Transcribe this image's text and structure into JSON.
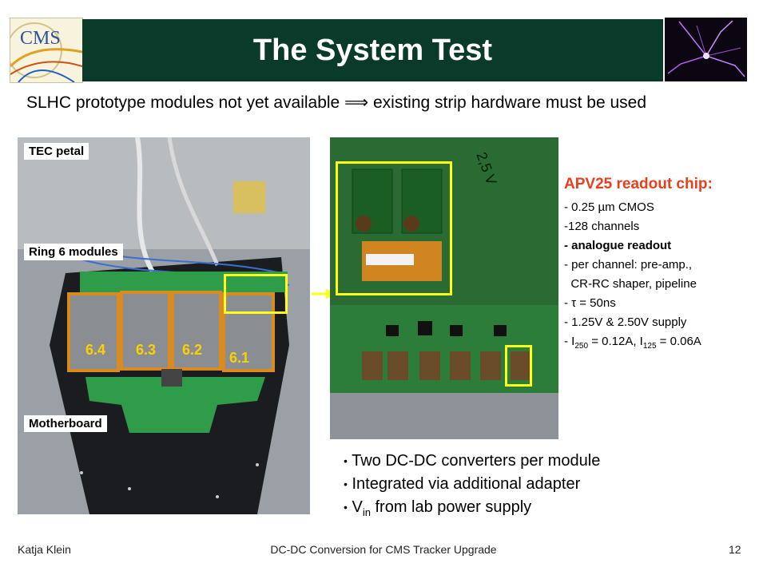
{
  "title": "The System Test",
  "subtitle": "SLHC prototype modules not yet available ⟹ existing strip hardware must be used",
  "cms_logo_text": "CMS",
  "left_photo": {
    "labels": {
      "tec_petal": "TEC petal",
      "ring6": "Ring 6 modules",
      "motherboard": "Motherboard"
    },
    "modules": [
      "6.4",
      "6.3",
      "6.2",
      "6.1"
    ]
  },
  "right_photo": {
    "board_marking": "2,5 V"
  },
  "apv": {
    "title": "APV25 readout chip:",
    "lines": [
      "- 0.25 µm CMOS",
      "-128 channels",
      "- analogue readout",
      "- per channel: pre-amp.,",
      "  CR-RC shaper, pipeline",
      "- τ = 50ns",
      "- 1.25V & 2.50V supply"
    ],
    "current_line": {
      "prefix": "- I",
      "sub1": "250",
      "mid": " = 0.12A, I",
      "sub2": "125",
      "suffix": " = 0.06A"
    }
  },
  "bullets": {
    "b1": "Two DC-DC converters per module",
    "b2": "Integrated via additional adapter",
    "b3_prefix": "V",
    "b3_sub": "in",
    "b3_suffix": " from lab power supply"
  },
  "footer": {
    "author": "Katja Klein",
    "talk": "DC-DC Conversion for CMS Tracker Upgrade",
    "page": "12"
  },
  "colors": {
    "title_bg": "#0a3a2a",
    "apv_title": "#e8401c",
    "highlight": "#ffff1a",
    "module_label": "#ffd000"
  }
}
